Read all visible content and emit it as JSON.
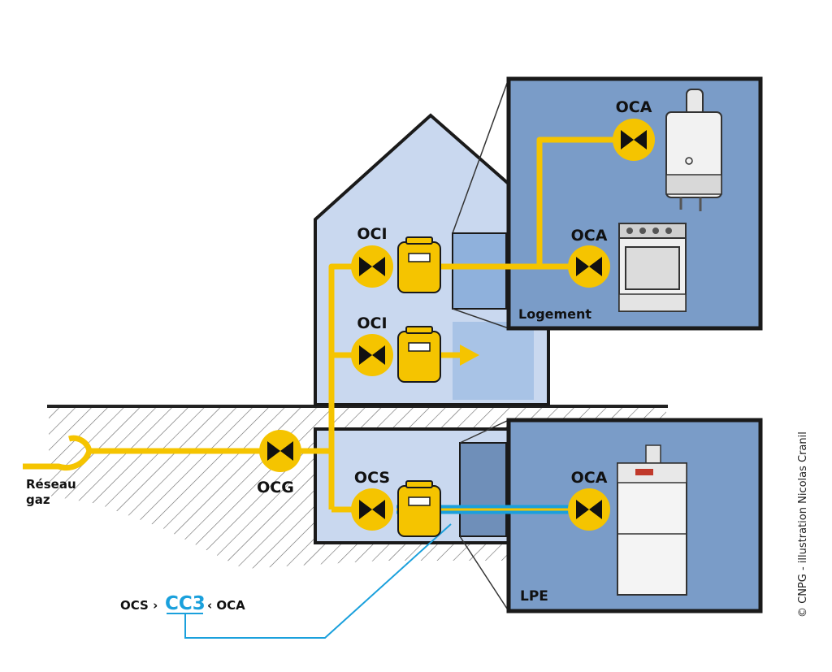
{
  "labels": {
    "oca_boiler": "OCA",
    "oca_stove": "OCA",
    "oca_lpe": "OCA",
    "oci_top": "OCI",
    "oci_mid": "OCI",
    "ocs": "OCS",
    "ocg": "OCG",
    "logement": "Logement",
    "lpe": "LPE",
    "reseau_line1": "Réseau",
    "reseau_line2": "gaz"
  },
  "formula": {
    "left": "OCS ›",
    "center": "CC3",
    "right": "‹ OCA"
  },
  "credit": "© CNPG - illustration Nicolas Cranil",
  "colors": {
    "pipe": "#f5c400",
    "blue_pipe": "#1aa0dc",
    "house": "#c9d8ef",
    "panel": "#7a9cc8",
    "window": "#8fb1dc",
    "outline": "#1a1a1a"
  }
}
